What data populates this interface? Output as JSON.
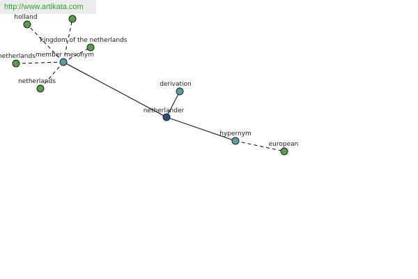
{
  "banner": {
    "url": "http://www.artikata.com"
  },
  "colors": {
    "main": "#2e4a8c",
    "relation": "#5c9ea0",
    "leaf": "#5a9b4f"
  },
  "nodes": [
    {
      "id": "netherlander",
      "label": "netherlander",
      "kind": "main"
    },
    {
      "id": "member-meronym",
      "label": "member meronym",
      "kind": "relation"
    },
    {
      "id": "derivation",
      "label": "derivation",
      "kind": "relation"
    },
    {
      "id": "hypernym",
      "label": "hypernym",
      "kind": "relation"
    },
    {
      "id": "holland",
      "label": "holland",
      "kind": "leaf"
    },
    {
      "id": "unlabeled-leaf",
      "label": "",
      "kind": "leaf"
    },
    {
      "id": "kingdom-of-the-netherlands",
      "label": "kingdom of the netherlands",
      "kind": "leaf"
    },
    {
      "id": "netherlands-left",
      "label": "netherlands",
      "kind": "leaf"
    },
    {
      "id": "netherlands-below",
      "label": "netherlands",
      "kind": "leaf"
    },
    {
      "id": "european",
      "label": "european",
      "kind": "leaf"
    }
  ],
  "edges": [
    {
      "from": "netherlander",
      "to": "member-meronym",
      "style": "solid"
    },
    {
      "from": "netherlander",
      "to": "derivation",
      "style": "solid"
    },
    {
      "from": "netherlander",
      "to": "hypernym",
      "style": "solid"
    },
    {
      "from": "member-meronym",
      "to": "holland",
      "style": "dashed"
    },
    {
      "from": "member-meronym",
      "to": "unlabeled-leaf",
      "style": "dashed"
    },
    {
      "from": "member-meronym",
      "to": "kingdom-of-the-netherlands",
      "style": "dashed"
    },
    {
      "from": "member-meronym",
      "to": "netherlands-left",
      "style": "dashed"
    },
    {
      "from": "member-meronym",
      "to": "netherlands-below",
      "style": "dashed"
    },
    {
      "from": "hypernym",
      "to": "european",
      "style": "dashed"
    }
  ]
}
